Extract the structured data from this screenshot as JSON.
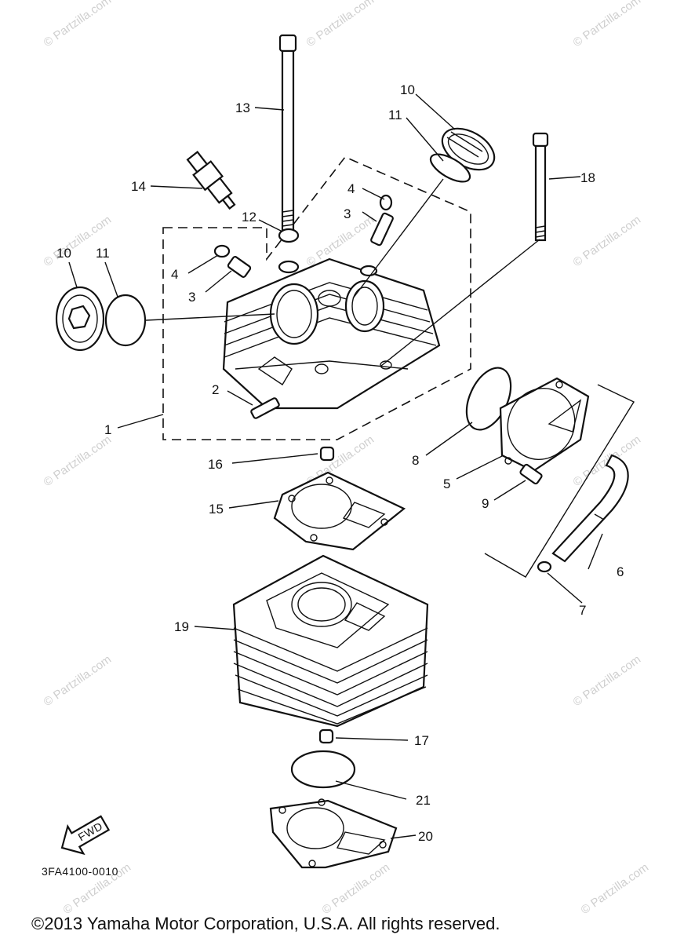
{
  "diagram_code": "3FA4100-0010",
  "copyright": "©2013 Yamaha Motor Corporation, U.S.A. All rights reserved.",
  "fwd_label": "FWD",
  "watermark_text": "© Partzilla.com",
  "callouts": [
    {
      "id": "c1",
      "num": "1"
    },
    {
      "id": "c2",
      "num": "2"
    },
    {
      "id": "c3a",
      "num": "3"
    },
    {
      "id": "c3b",
      "num": "3"
    },
    {
      "id": "c4a",
      "num": "4"
    },
    {
      "id": "c4b",
      "num": "4"
    },
    {
      "id": "c5",
      "num": "5"
    },
    {
      "id": "c6",
      "num": "6"
    },
    {
      "id": "c7",
      "num": "7"
    },
    {
      "id": "c8",
      "num": "8"
    },
    {
      "id": "c9",
      "num": "9"
    },
    {
      "id": "c10a",
      "num": "10"
    },
    {
      "id": "c10b",
      "num": "10"
    },
    {
      "id": "c11a",
      "num": "11"
    },
    {
      "id": "c11b",
      "num": "11"
    },
    {
      "id": "c12",
      "num": "12"
    },
    {
      "id": "c13",
      "num": "13"
    },
    {
      "id": "c14",
      "num": "14"
    },
    {
      "id": "c15",
      "num": "15"
    },
    {
      "id": "c16",
      "num": "16"
    },
    {
      "id": "c17",
      "num": "17"
    },
    {
      "id": "c18",
      "num": "18"
    },
    {
      "id": "c19",
      "num": "19"
    },
    {
      "id": "c20",
      "num": "20"
    },
    {
      "id": "c21",
      "num": "21"
    }
  ]
}
